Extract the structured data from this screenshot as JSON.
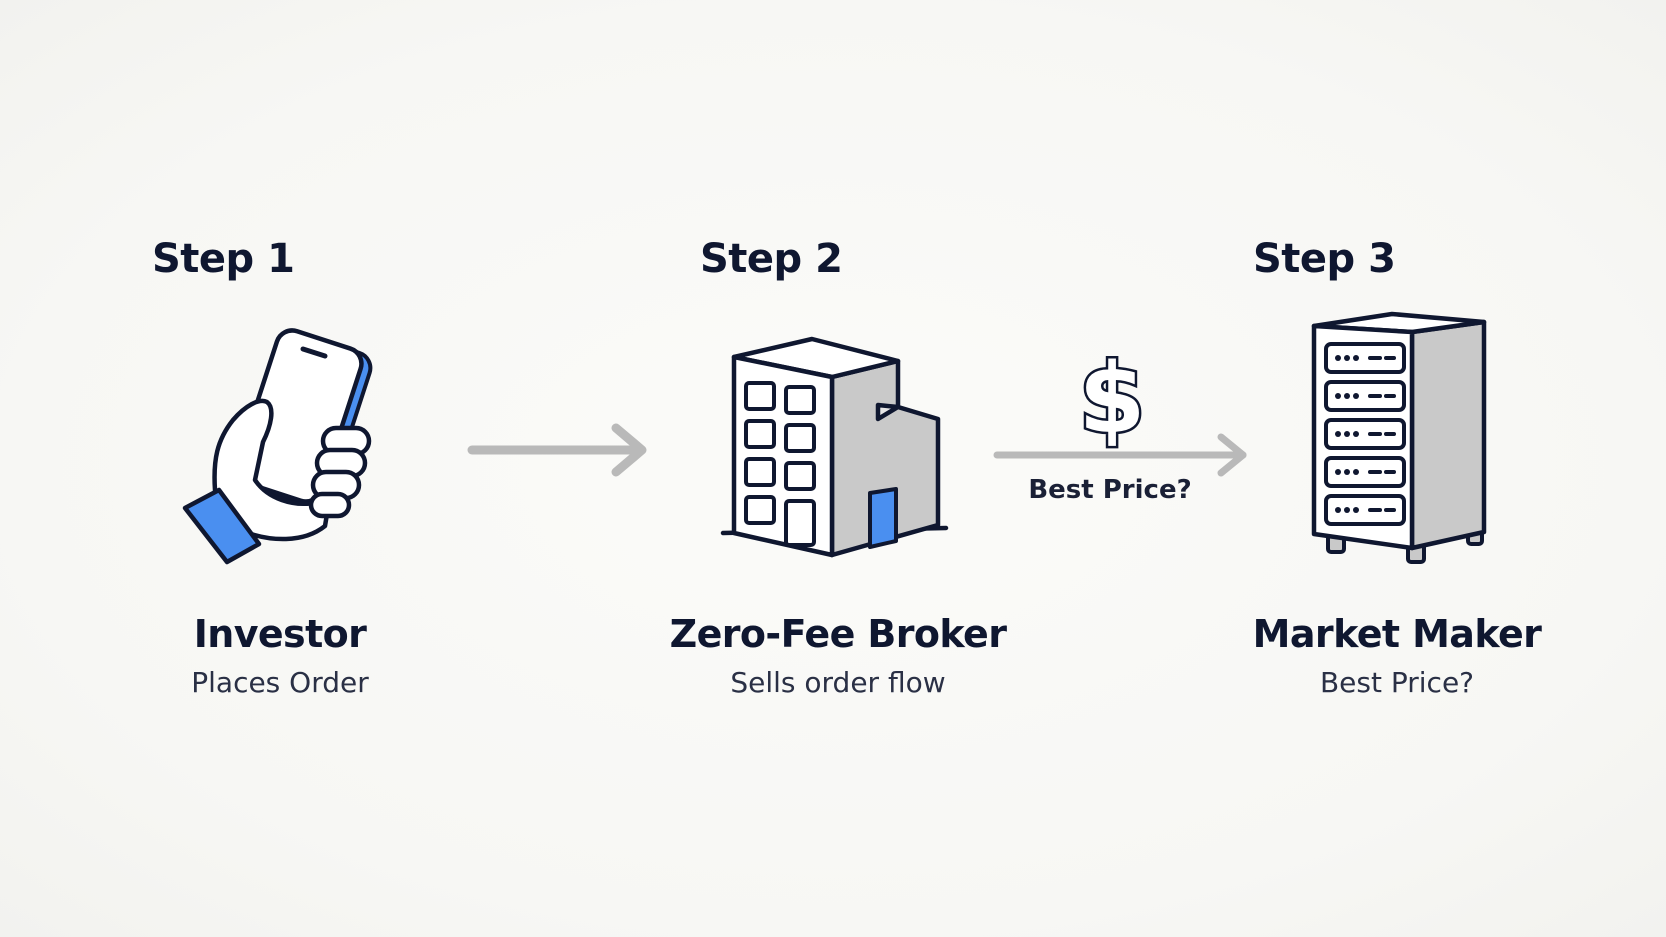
{
  "steps": [
    {
      "label": "Step 1",
      "title": "Investor",
      "subtitle": "Places Order",
      "icon": "hand-phone-icon"
    },
    {
      "label": "Step 2",
      "title": "Zero-Fee Broker",
      "subtitle": "Sells order flow",
      "icon": "office-building-icon"
    },
    {
      "label": "Step 3",
      "title": "Market Maker",
      "subtitle": "Best Price?",
      "icon": "server-rack-icon"
    }
  ],
  "edges": [
    {
      "from": "Investor",
      "to": "Zero-Fee Broker",
      "label": ""
    },
    {
      "from": "Zero-Fee Broker",
      "to": "Market Maker",
      "label": "Best Price?",
      "icon": "dollar-sign-icon"
    }
  ],
  "colors": {
    "ink": "#0f1730",
    "accent_blue": "#4a8ff0",
    "building_gray": "#c9c9c9",
    "arrow_gray": "#b9b9b9",
    "background": "#f6f6f3"
  }
}
